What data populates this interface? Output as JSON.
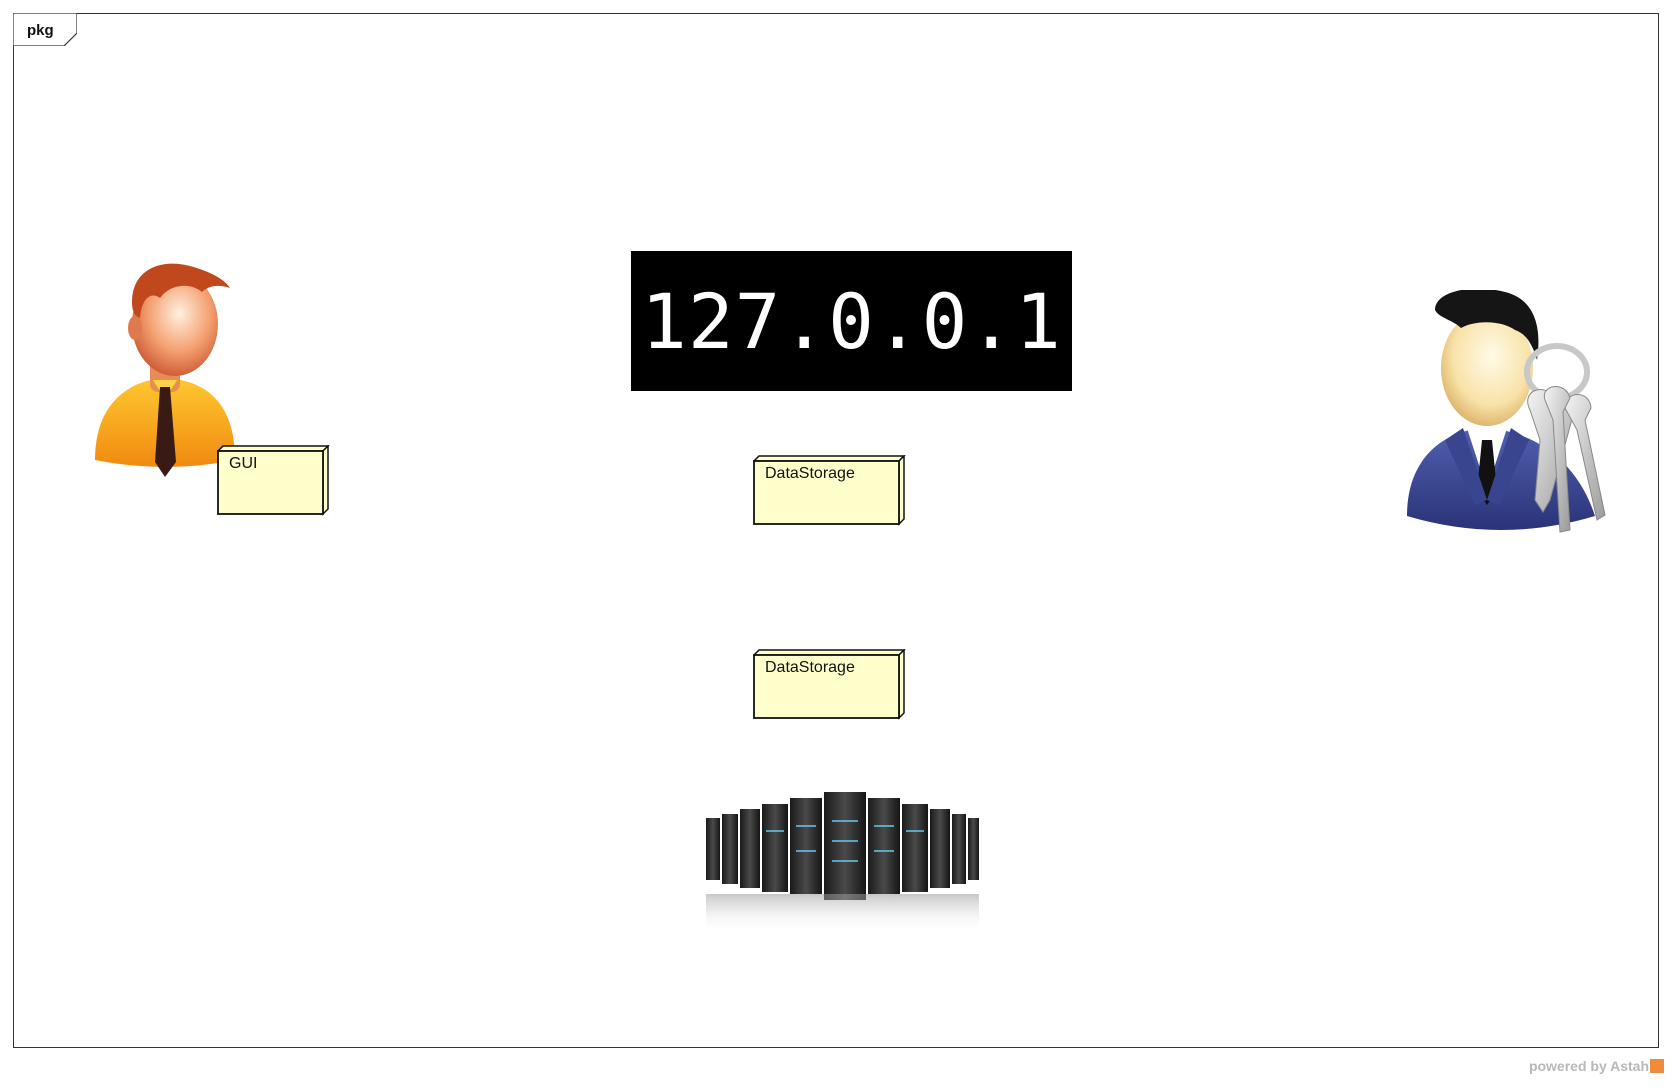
{
  "frame": {
    "tab_label": "pkg"
  },
  "address": {
    "text": "127.0.0.1"
  },
  "nodes": [
    {
      "label": "GUI"
    },
    {
      "label": "DataStorage"
    },
    {
      "label": "DataStorage"
    }
  ],
  "icons": {
    "user": "user-icon",
    "admin": "admin-with-keys-icon",
    "servers": "server-rack-icon"
  },
  "colors": {
    "node_fill": "#ffffcc",
    "ip_bg": "#000000",
    "ip_text": "#ffffff"
  },
  "footer": {
    "text": "powered by Astah"
  }
}
